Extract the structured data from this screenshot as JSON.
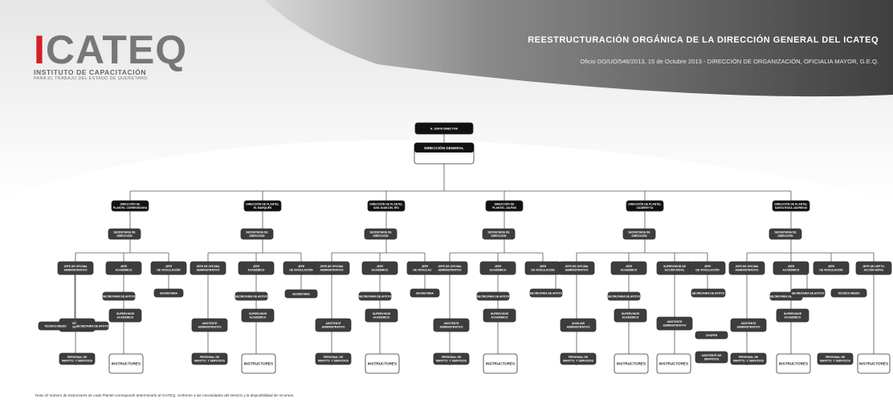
{
  "header": {
    "logo_word_first": "I",
    "logo_word_rest": "CATEQ",
    "logo_line1": "INSTITUTO DE CAPACITACIÓN",
    "logo_line2": "PARA EL TRABAJO DEL ESTADO DE QUERÉTARO",
    "title": "REESTRUCTURACIÓN ORGÁNICA DE LA DIRECCIÓN GENERAL DEL ICATEQ",
    "subtitle": "Oficio DO/UO/546/2013, 15 de Octubre 2013  -  DIRECCIÓN DE ORGANIZACIÓN, OFICIALIA MAYOR, G.E.Q."
  },
  "colors": {
    "dark": "#3d3d3d",
    "black": "#111111",
    "line": "#555555"
  },
  "org": {
    "junta": "H. JUNTA DIRECTIVA",
    "direccion_general": "DIRECCIÓN GENERAL",
    "planteles": [
      {
        "title": [
          "DIRECCIÓN DE",
          "PLANTEL CORREGIDORA"
        ]
      },
      {
        "title": [
          "DIRECCIÓN DE PLANTEL",
          "EL MARQUÉS"
        ]
      },
      {
        "title": [
          "DIRECCIÓN DE PLANTEL",
          "SAN JUAN DEL RÍO"
        ]
      },
      {
        "title": [
          "DIRECCIÓN DE",
          "PLANTEL JALPAN"
        ]
      },
      {
        "title": [
          "DIRECCIÓN DE PLANTEL",
          "CADEREYTA"
        ]
      },
      {
        "title": [
          "DIRECCIÓN DE PLANTEL",
          "SANTA ROSA JÁUREGUI"
        ]
      }
    ],
    "labels": {
      "secretaria_direccion": [
        "SECRETARIA DE",
        "DIRECCIÓN"
      ],
      "jefe_oficina": [
        "JEFE DE OFICINA",
        "ADMINISTRATIVO"
      ],
      "jefe_academico": [
        "JEFE",
        "ACADÉMICO"
      ],
      "jefe_vinculacion": [
        "JEFE",
        "DE VINCULACIÓN"
      ],
      "supervisor_accion_movil": [
        "SUPERVISOR DE",
        "ACCIÓN MÓVIL"
      ],
      "jefe_depto_accion_movil": [
        "JEFE DE DEPTO.",
        "ACCIÓN MÓVIL"
      ],
      "secretaria_apoyo": [
        "SECRETARIA DE APOYO"
      ],
      "secretaria": [
        "SECRETARIA"
      ],
      "tecnico_medio": [
        "TÉCNICO MEDIO"
      ],
      "supervisor_academico": [
        "SUPERVISOR",
        "ACADÉMICO"
      ],
      "asistente_administrativo": [
        "ASISTENTE",
        "ADMINISTRATIVO"
      ],
      "auxiliar_administrativo": [
        "AUXILIAR",
        "ADMINISTRATIVO"
      ],
      "personal_mantto": [
        "PERSONAL DE",
        "MANTTO. Y SERVICIOS"
      ],
      "chofer": [
        "CHOFER"
      ],
      "asistente_servicios": [
        "ASISTENTE DE",
        "SERVICIOS"
      ],
      "instructores": "INSTRUCTORES"
    }
  },
  "note": "Nota: El número de instructores de cada Plantel corresponde determinarlo al ICATEQ, conforme a las necesidades del servicio y la disponibilidad de recursos."
}
